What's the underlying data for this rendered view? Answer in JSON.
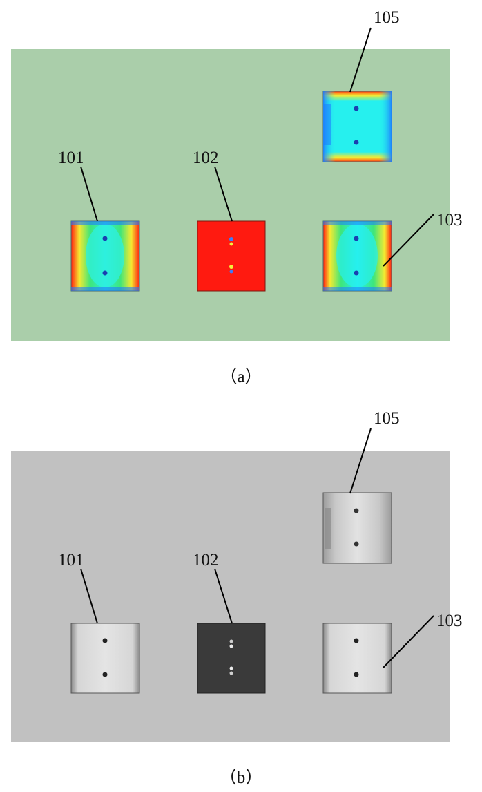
{
  "panels": [
    {
      "id": "a",
      "caption": "（a）",
      "style": "contour",
      "background": "#aaceaa",
      "labels": {
        "p101": "101",
        "p102": "102",
        "p103": "103",
        "p105": "105"
      }
    },
    {
      "id": "b",
      "caption": "（b）",
      "style": "grayscale",
      "background": "#c1c1c1",
      "labels": {
        "p101": "101",
        "p102": "102",
        "p103": "103",
        "p105": "105"
      }
    }
  ],
  "colors": {
    "contour_red": "#ff1a10",
    "contour_cyan": "#26f0ee",
    "contour_green": "#34e07a",
    "contour_blue": "#1e7cff",
    "contour_yellow": "#f4f03a",
    "gray_light": "#e2e2e2",
    "gray_dark": "#3a3a3a"
  }
}
